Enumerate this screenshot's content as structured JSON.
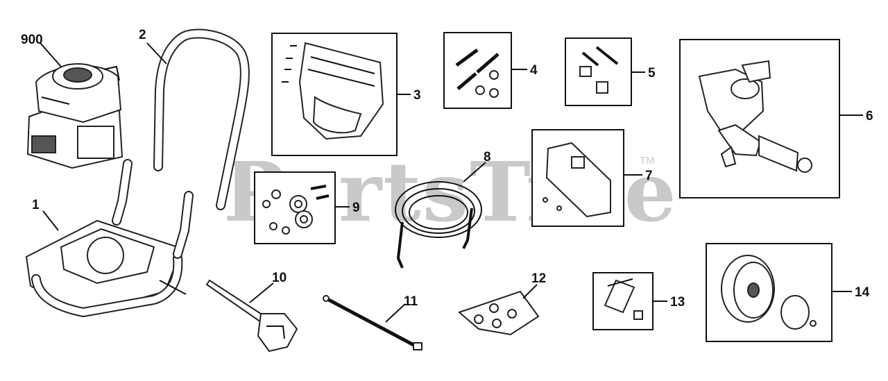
{
  "watermark": {
    "text": "PartsTree",
    "trademark": "TM"
  },
  "callouts": [
    "900",
    "1",
    "2",
    "3",
    "4",
    "5",
    "6",
    "7",
    "8",
    "9",
    "10",
    "11",
    "12",
    "13",
    "14"
  ],
  "colors": {
    "line": "#111111",
    "watermark": "#c9c9c9",
    "background": "#ffffff"
  }
}
